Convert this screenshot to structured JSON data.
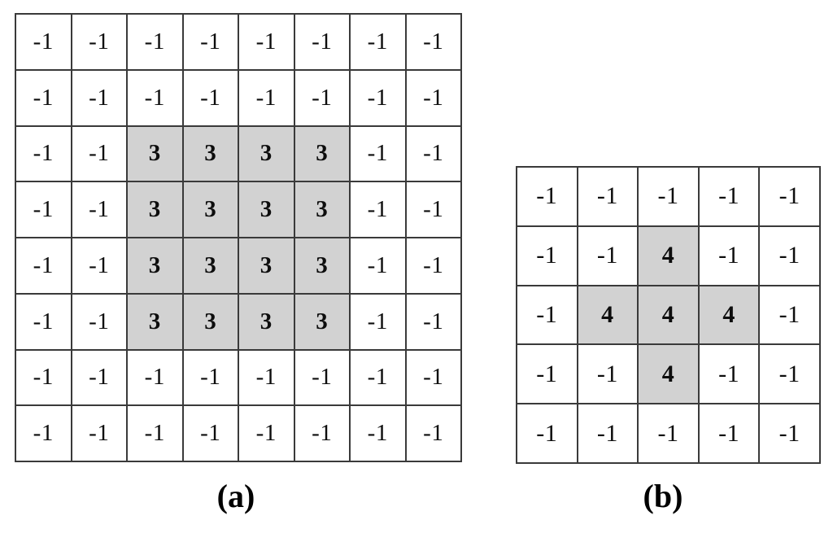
{
  "figure": {
    "background_color": "#ffffff",
    "grid_line_color": "#3a3a3a",
    "highlight_color": "#d2d2d2",
    "text_color": "#0d0d0d"
  },
  "panels": [
    {
      "id": "a",
      "caption": "(a)",
      "rows": 8,
      "cols": 8,
      "highlight_value": "3",
      "background_value": "-1",
      "cells": [
        [
          "-1",
          "-1",
          "-1",
          "-1",
          "-1",
          "-1",
          "-1",
          "-1"
        ],
        [
          "-1",
          "-1",
          "-1",
          "-1",
          "-1",
          "-1",
          "-1",
          "-1"
        ],
        [
          "-1",
          "-1",
          "3",
          "3",
          "3",
          "3",
          "-1",
          "-1"
        ],
        [
          "-1",
          "-1",
          "3",
          "3",
          "3",
          "3",
          "-1",
          "-1"
        ],
        [
          "-1",
          "-1",
          "3",
          "3",
          "3",
          "3",
          "-1",
          "-1"
        ],
        [
          "-1",
          "-1",
          "3",
          "3",
          "3",
          "3",
          "-1",
          "-1"
        ],
        [
          "-1",
          "-1",
          "-1",
          "-1",
          "-1",
          "-1",
          "-1",
          "-1"
        ],
        [
          "-1",
          "-1",
          "-1",
          "-1",
          "-1",
          "-1",
          "-1",
          "-1"
        ]
      ],
      "highlighted": [
        [
          false,
          false,
          false,
          false,
          false,
          false,
          false,
          false
        ],
        [
          false,
          false,
          false,
          false,
          false,
          false,
          false,
          false
        ],
        [
          false,
          false,
          true,
          true,
          true,
          true,
          false,
          false
        ],
        [
          false,
          false,
          true,
          true,
          true,
          true,
          false,
          false
        ],
        [
          false,
          false,
          true,
          true,
          true,
          true,
          false,
          false
        ],
        [
          false,
          false,
          true,
          true,
          true,
          true,
          false,
          false
        ],
        [
          false,
          false,
          false,
          false,
          false,
          false,
          false,
          false
        ],
        [
          false,
          false,
          false,
          false,
          false,
          false,
          false,
          false
        ]
      ]
    },
    {
      "id": "b",
      "caption": "(b)",
      "rows": 5,
      "cols": 5,
      "highlight_value": "4",
      "background_value": "-1",
      "cells": [
        [
          "-1",
          "-1",
          "-1",
          "-1",
          "-1"
        ],
        [
          "-1",
          "-1",
          "4",
          "-1",
          "-1"
        ],
        [
          "-1",
          "4",
          "4",
          "4",
          "-1"
        ],
        [
          "-1",
          "-1",
          "4",
          "-1",
          "-1"
        ],
        [
          "-1",
          "-1",
          "-1",
          "-1",
          "-1"
        ]
      ],
      "highlighted": [
        [
          false,
          false,
          false,
          false,
          false
        ],
        [
          false,
          false,
          true,
          false,
          false
        ],
        [
          false,
          true,
          true,
          true,
          false
        ],
        [
          false,
          false,
          true,
          false,
          false
        ],
        [
          false,
          false,
          false,
          false,
          false
        ]
      ]
    }
  ],
  "chart_data": {
    "type": "heatmap",
    "title": "",
    "xlabel": "",
    "ylabel": "",
    "grid": true,
    "legend": "none",
    "panels": [
      {
        "name": "(a)",
        "shape": [
          8,
          8
        ],
        "values": [
          [
            -1,
            -1,
            -1,
            -1,
            -1,
            -1,
            -1,
            -1
          ],
          [
            -1,
            -1,
            -1,
            -1,
            -1,
            -1,
            -1,
            -1
          ],
          [
            -1,
            -1,
            3,
            3,
            3,
            3,
            -1,
            -1
          ],
          [
            -1,
            -1,
            3,
            3,
            3,
            3,
            -1,
            -1
          ],
          [
            -1,
            -1,
            3,
            3,
            3,
            3,
            -1,
            -1
          ],
          [
            -1,
            -1,
            3,
            3,
            3,
            3,
            -1,
            -1
          ],
          [
            -1,
            -1,
            -1,
            -1,
            -1,
            -1,
            -1,
            -1
          ],
          [
            -1,
            -1,
            -1,
            -1,
            -1,
            -1,
            -1,
            -1
          ]
        ],
        "highlight_value": 3,
        "background_value": -1,
        "colors": {
          "highlight": "#d2d2d2",
          "background": "#ffffff"
        }
      },
      {
        "name": "(b)",
        "shape": [
          5,
          5
        ],
        "values": [
          [
            -1,
            -1,
            -1,
            -1,
            -1
          ],
          [
            -1,
            -1,
            4,
            -1,
            -1
          ],
          [
            -1,
            4,
            4,
            4,
            -1
          ],
          [
            -1,
            -1,
            4,
            -1,
            -1
          ],
          [
            -1,
            -1,
            -1,
            -1,
            -1
          ]
        ],
        "highlight_value": 4,
        "background_value": -1,
        "colors": {
          "highlight": "#d2d2d2",
          "background": "#ffffff"
        }
      }
    ]
  }
}
